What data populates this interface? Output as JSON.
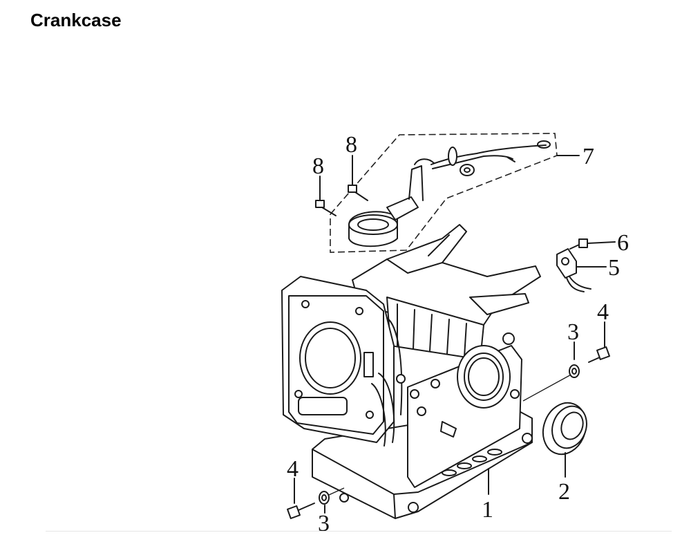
{
  "title": "Crankcase",
  "callouts": [
    {
      "id": "1",
      "text": "1"
    },
    {
      "id": "2",
      "text": "2"
    },
    {
      "id": "3a",
      "text": "3"
    },
    {
      "id": "3b",
      "text": "3"
    },
    {
      "id": "4a",
      "text": "4"
    },
    {
      "id": "4b",
      "text": "4"
    },
    {
      "id": "5",
      "text": "5"
    },
    {
      "id": "6",
      "text": "6"
    },
    {
      "id": "7",
      "text": "7"
    },
    {
      "id": "8a",
      "text": "8"
    },
    {
      "id": "8b",
      "text": "8"
    }
  ]
}
